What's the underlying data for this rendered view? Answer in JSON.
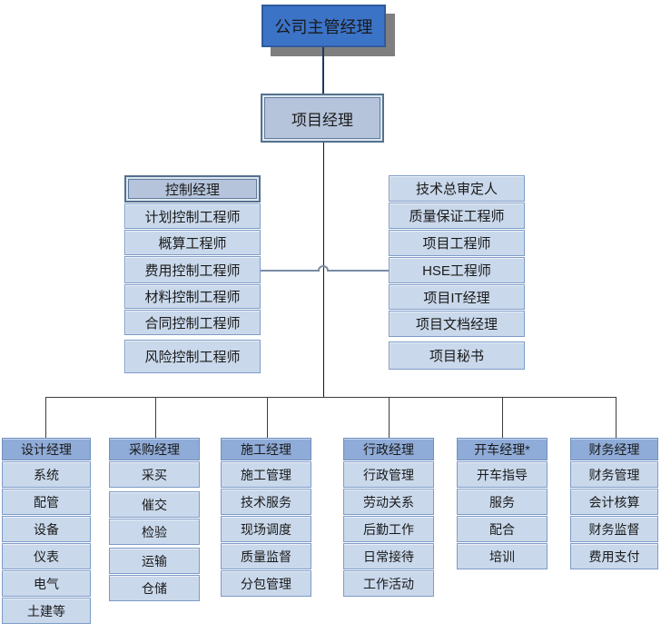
{
  "root": {
    "label": "公司主管经理"
  },
  "level2": {
    "label": "项目经理"
  },
  "branches": {
    "left": {
      "header": "控制经理",
      "items": [
        "计划控制工程师",
        "概算工程师",
        "费用控制工程师",
        "材料控制工程师",
        "合同控制工程师",
        "风险控制工程师"
      ]
    },
    "right": {
      "items": [
        "技术总审定人",
        "质量保证工程师",
        "项目工程师",
        "HSE工程师",
        "项目IT经理",
        "项目文档经理",
        "项目秘书"
      ]
    }
  },
  "columns": [
    {
      "header": "设计经理",
      "items": [
        "系统",
        "配管",
        "设备",
        "仪表",
        "电气",
        "土建等"
      ]
    },
    {
      "header": "采购经理",
      "items": [
        "采买",
        "催交",
        "检验",
        "运输",
        "仓储"
      ]
    },
    {
      "header": "施工经理",
      "items": [
        "施工管理",
        "技术服务",
        "现场调度",
        "质量监督",
        "分包管理"
      ]
    },
    {
      "header": "行政经理",
      "items": [
        "行政管理",
        "劳动关系",
        "后勤工作",
        "日常接待",
        "工作活动"
      ]
    },
    {
      "header": "开车经理*",
      "items": [
        "开车指导",
        "服务",
        "配合",
        "培训"
      ]
    },
    {
      "header": "财务经理",
      "items": [
        "财务管理",
        "会计核算",
        "财务监督",
        "费用支付"
      ]
    }
  ],
  "colors": {
    "root_fill": "#3B73C7",
    "root_border": "#2E5B9C",
    "root_shadow": "#7F7F7F",
    "node_fill": "#B5C4DB",
    "node_border": "#54718F",
    "item_fill": "#C9D8EB",
    "item_border": "#7E9BC7",
    "column_header_fill": "#8FABD7",
    "connector_top": "#1F3864",
    "connector_main": "#151515",
    "connector_mid": "#7A8BA3",
    "connector_bottom": "#3D3D3D"
  }
}
